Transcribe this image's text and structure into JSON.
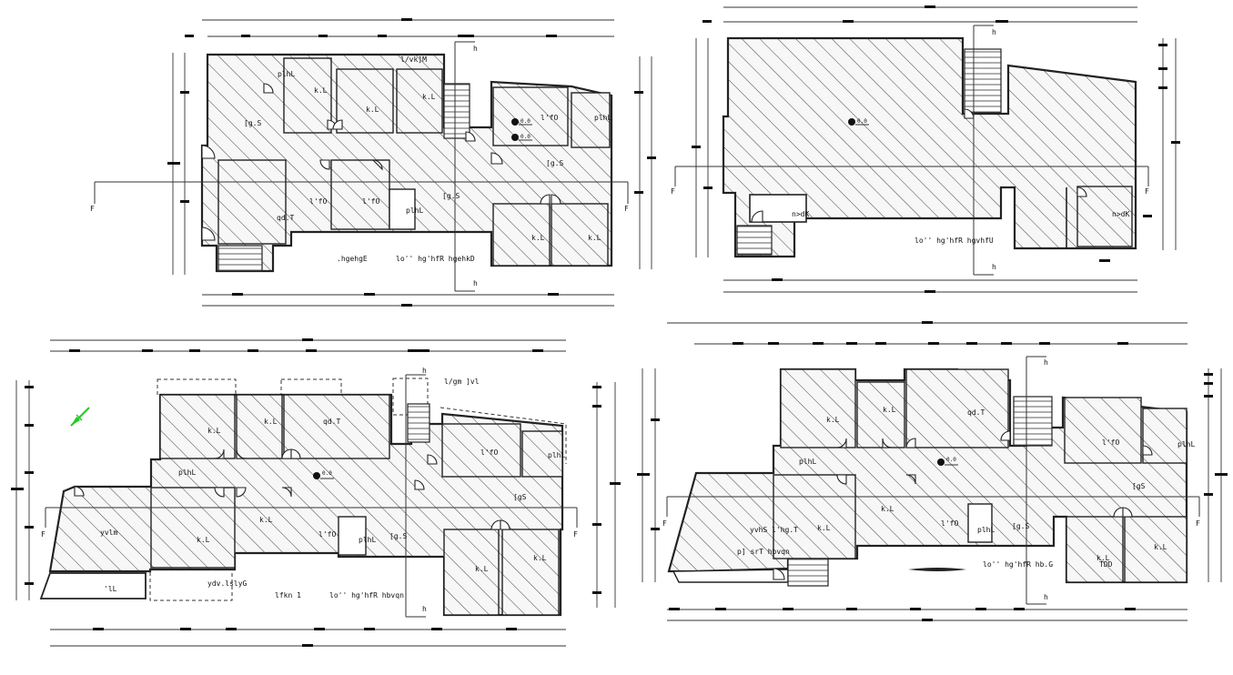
{
  "plan_top_left": {
    "rooms": [
      "k.L",
      "k.L",
      "k.L",
      "plhL",
      "[g.S",
      "l'fO",
      "plhL",
      "[g.S",
      "qd.T",
      "l'fO",
      "l'fO",
      "plhL",
      "[g.S",
      "k.L",
      "k.L"
    ],
    "title": "lo'' hg'hfR hgehkD",
    "subtitle": ".hgehgE",
    "stair_tag": "l/vk]M",
    "level_marks": [
      "0.0",
      "0.0"
    ],
    "section_marks": [
      "F",
      "F",
      "h",
      "h"
    ]
  },
  "plan_top_right": {
    "rooms": [
      "n>dK",
      "n>dK"
    ],
    "title": "lo'' hg'hfR hgvhfU",
    "level_marks": [
      "0.0"
    ],
    "section_marks": [
      "F",
      "F",
      "h",
      "h"
    ]
  },
  "plan_bottom_left": {
    "rooms": [
      "k.L",
      "k.L",
      "qd.T",
      "plhL",
      "yvlm",
      "k.L",
      "k.L",
      "l'fO",
      "plhL",
      "[g.S",
      "l'fO",
      "plhL",
      "[gS",
      "k.L",
      "k.L"
    ],
    "stair_tag": "l/gm ]vl",
    "balcony_tags": [
      "'lL",
      "ydv.lslyG"
    ],
    "title_prefix": "lfkn 1",
    "title": "lo'' hg'hfR hbvqn",
    "level_marks": [
      "0.0"
    ],
    "section_marks": [
      "F",
      "F",
      "h",
      "h"
    ]
  },
  "plan_bottom_right": {
    "rooms": [
      "k.L",
      "k.L",
      "qd.T",
      "l'fO",
      "plhL",
      "plhL",
      "[gS",
      "yvhS l'hg.T",
      "k.L",
      "k.L",
      "l'fO",
      "plhL",
      "[g.S",
      "k.L",
      "k.L"
    ],
    "balcony_tag": "p] srT hbvqn",
    "title": "lo'' hg'hfR hb.G",
    "title_suffix": "TDD",
    "level_marks": [
      "0.0"
    ],
    "section_marks": [
      "F",
      "F",
      "h",
      "h"
    ]
  },
  "north_arrow": {
    "color": "#22cc22"
  }
}
